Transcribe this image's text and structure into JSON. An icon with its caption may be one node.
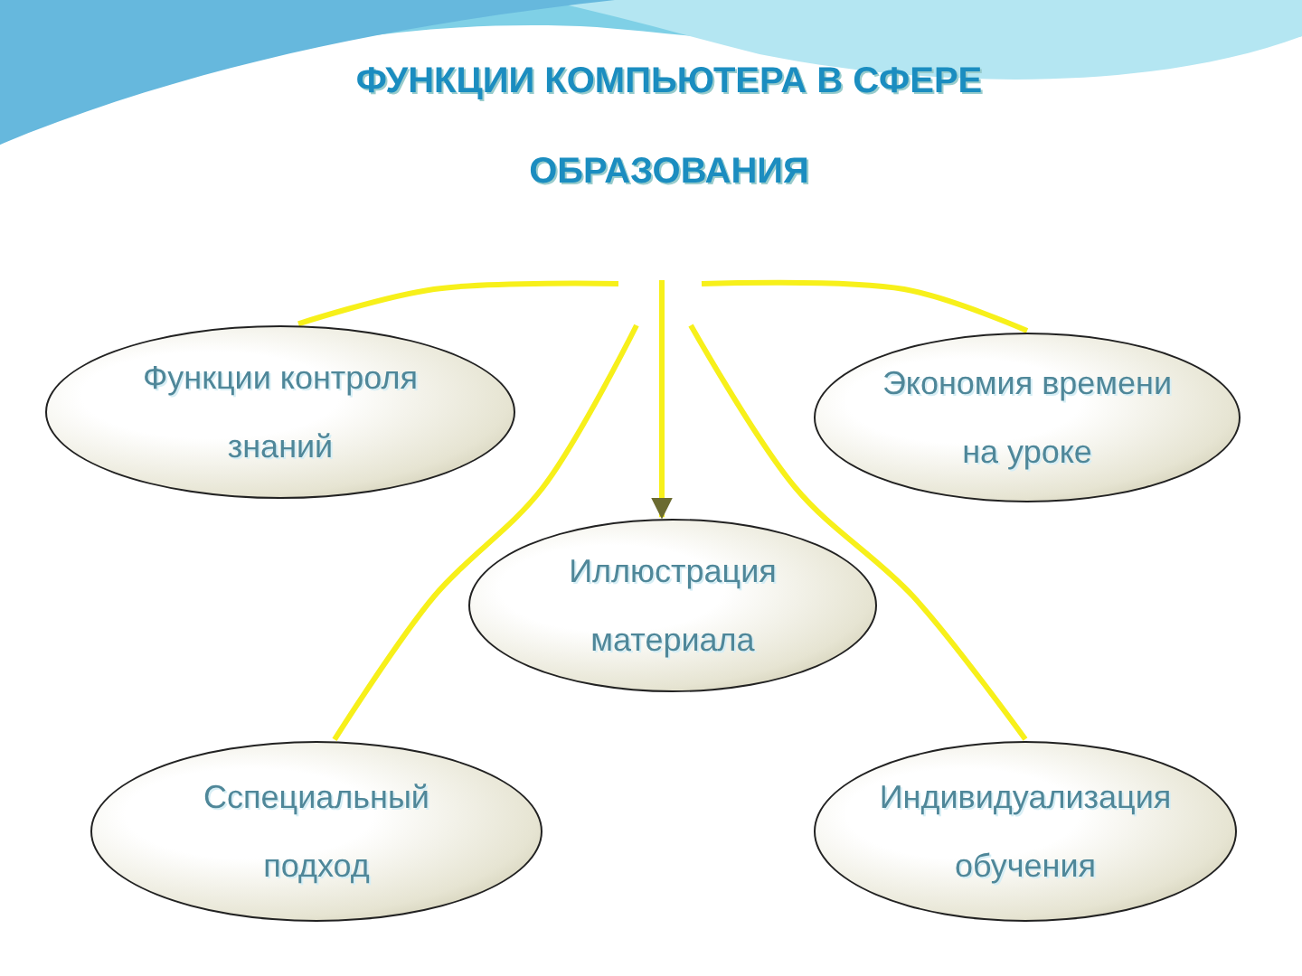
{
  "diagram": {
    "title": "ФУНКЦИИ КОМПЬЮТЕРА В СФЕРЕ ОБРАЗОВАНИЯ",
    "nodes": [
      {
        "text": [
          "Функции контроля знаний"
        ]
      },
      {
        "text": [
          "Экономия времени на уроке"
        ]
      },
      {
        "text": [
          "Иллюстрация материала"
        ]
      },
      {
        "text": [
          "Сспециальный подход"
        ]
      },
      {
        "text": [
          "Индивидуализация обучения"
        ]
      }
    ],
    "edges": [
      {
        "from": null,
        "to": 0,
        "arrow": "none"
      },
      {
        "from": null,
        "to": 1,
        "arrow": "none"
      },
      {
        "from": null,
        "to": 2,
        "arrow": "to"
      },
      {
        "from": null,
        "to": 3,
        "arrow": "none"
      },
      {
        "from": null,
        "to": 4,
        "arrow": "none"
      }
    ]
  }
}
